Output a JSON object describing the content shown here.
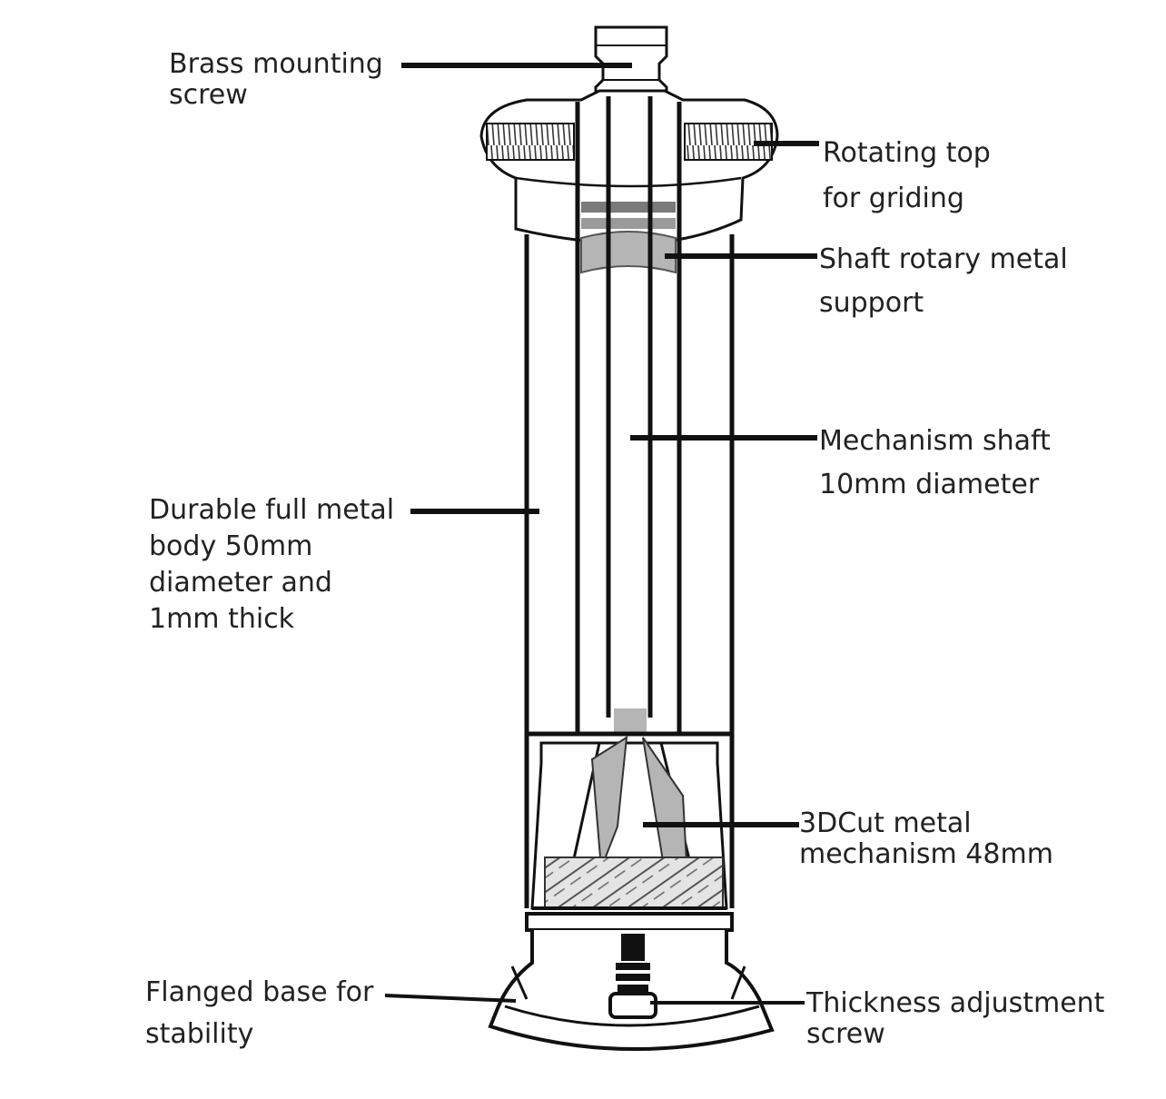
{
  "labels": {
    "brass_screw": [
      "Brass mounting",
      "screw"
    ],
    "rotating_top": [
      "Rotating top",
      "for griding"
    ],
    "shaft_support": [
      "Shaft rotary metal",
      "support"
    ],
    "mechanism_shaft": [
      "Mechanism shaft",
      "10mm diameter"
    ],
    "body": [
      "Durable full metal",
      "body 50mm",
      "diameter and",
      "1mm thick"
    ],
    "mechanism": [
      "3DCut metal",
      "mechanism 48mm"
    ],
    "flanged_base": [
      "Flanged base for",
      "stability"
    ],
    "adjust_screw": [
      "Thickness adjustment",
      "screw"
    ]
  },
  "colors": {
    "line": "#111111",
    "text": "#222222",
    "grey": "#b5b5b5",
    "dark_grey": "#7a7a7a",
    "background": "#ffffff"
  }
}
